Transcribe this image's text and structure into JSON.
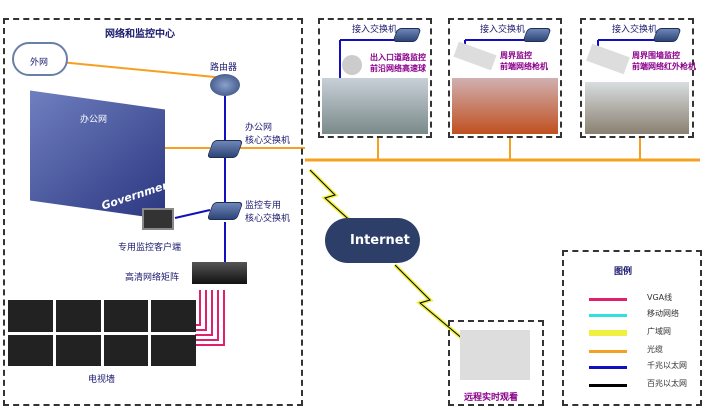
{
  "center": {
    "title": "网络和监控中心",
    "external_net": "外网",
    "router": "路由器",
    "office_net": "办公网",
    "office_core_switch": "办公网\n核心交换机",
    "monitor_core_switch": "监控专用\n核心交换机",
    "client": "专用监控客户端",
    "matrix": "高清网络矩阵",
    "tv_wall": "电视墙",
    "building_label": "Government"
  },
  "internet": "Internet",
  "remote": {
    "title": "远程实时观看"
  },
  "sites": [
    {
      "switch": "接入交换机",
      "caption": [
        "出入口道路监控",
        "前沿网络高速球"
      ]
    },
    {
      "switch": "接入交换机",
      "caption": [
        "周界监控",
        "前端网络枪机"
      ]
    },
    {
      "switch": "接入交换机",
      "caption": [
        "周界围墙监控",
        "前端网络红外枪机"
      ]
    }
  ],
  "legend": {
    "title": "图例",
    "items": [
      {
        "label": "VGA线",
        "color": "#e0206a"
      },
      {
        "label": "移动网络",
        "color": "#33e0e0"
      },
      {
        "label": "广域网",
        "color": "#f0f040"
      },
      {
        "label": "光缆",
        "color": "#f5a020"
      },
      {
        "label": "千兆以太网",
        "color": "#1010c0"
      },
      {
        "label": "百兆以太网",
        "color": "#000000"
      }
    ]
  }
}
